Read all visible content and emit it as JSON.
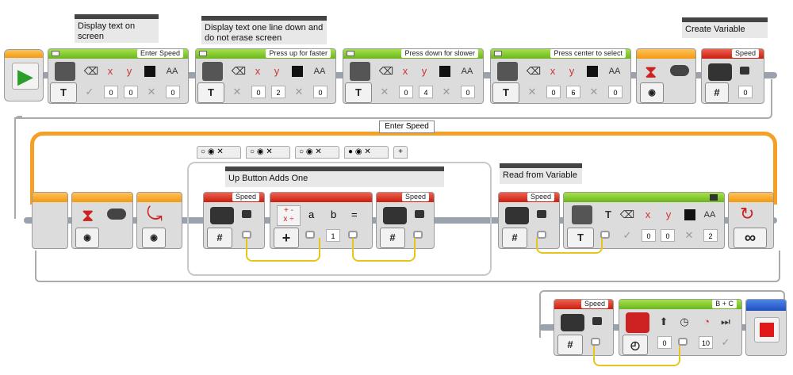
{
  "comments": {
    "c1": "Display text on screen",
    "c2": "Display text one line down and do not erase screen",
    "c3": "Create Variable",
    "c4": "Up Button Adds One",
    "c5": "Read from Variable"
  },
  "row1": {
    "display1": {
      "label": "Enter Speed",
      "values": [
        "0",
        "0",
        "0"
      ]
    },
    "display2": {
      "label": "Press up for faster",
      "values": [
        "0",
        "2",
        "0"
      ]
    },
    "display3": {
      "label": "Press down for slower",
      "values": [
        "0",
        "4",
        "0"
      ]
    },
    "display4": {
      "label": "Press center to select",
      "values": [
        "0",
        "6",
        "0"
      ]
    },
    "variable": {
      "label": "Speed",
      "value": "0"
    }
  },
  "loop": {
    "label": "Enter Speed",
    "infinity": "∞"
  },
  "switch": {
    "tab_add": "+",
    "tab_close": "✕"
  },
  "row2": {
    "varread1": {
      "label": "Speed"
    },
    "math": {
      "a": "a",
      "b": "b",
      "eq": "=",
      "b_value": "1"
    },
    "varwrite": {
      "label": "Speed"
    },
    "varread2": {
      "label": "Speed"
    },
    "display5": {
      "values": [
        "0",
        "0",
        "2"
      ]
    }
  },
  "row3": {
    "varread": {
      "label": "Speed"
    },
    "steering": {
      "label": "B + C",
      "values": [
        "0",
        "10"
      ]
    }
  },
  "icons": {
    "play": "▶",
    "text": "T",
    "hash": "#",
    "plus": "+",
    "loop_arrow": "↻",
    "check": "✓",
    "cross": "✕"
  },
  "colors": {
    "green": "#6cb51f",
    "orange": "#f29a12",
    "red": "#c7200f",
    "blue": "#1f4fc0",
    "stop": "#e01818"
  }
}
